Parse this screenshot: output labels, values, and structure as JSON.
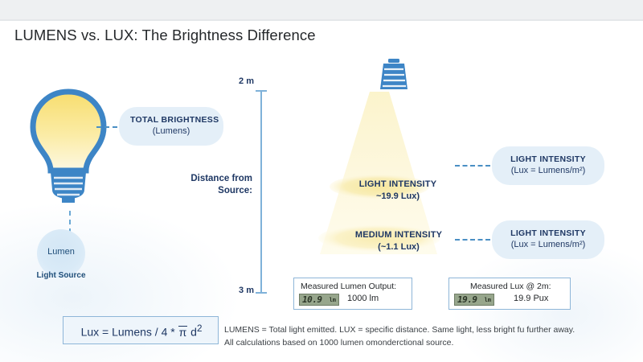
{
  "title": "LUMENS vs. LUX: The Brightness Difference",
  "colors": {
    "accent_blue": "#3d85c6",
    "dark_text": "#1f3864",
    "pill_bg": "#e4eff8",
    "cone_yellow": "#fdf6d8",
    "band_yellow": "#f7e9a8",
    "lcd_bg": "#97a68c",
    "box_border": "#8eb6d8",
    "top_strip": "#eef0f2"
  },
  "bulb": {
    "icon": "light-bulb-icon",
    "callout": {
      "line1": "TOTAL BRIGHTNESS",
      "line2": "(Lumens)"
    },
    "source_circle_label": "Lumen",
    "source_caption": "Light Source"
  },
  "axis": {
    "top_label": "2 m",
    "bottom_label": "3 m",
    "caption_line1": "Distance from",
    "caption_line2": "Source:"
  },
  "cone": {
    "lamp_icon": "lamp-head-icon",
    "bands": [
      {
        "line1": "LIGHT INTENSITY",
        "line2": "~19.9 Lux)"
      },
      {
        "line1": "MEDIUM INTENSITY",
        "line2": "(~1.1 Lux)"
      }
    ]
  },
  "callouts": [
    {
      "line1": "LIGHT INTENSITY",
      "line2": "(Lux = Lumens/m²)"
    },
    {
      "line1": "LIGHT INTENSITY",
      "line2": "(Lux = Lumens/m²)"
    }
  ],
  "measurements": [
    {
      "title": "Measured Lumen Output:",
      "lcd_digits": "10.9",
      "lcd_unit": "lm",
      "value": "1000 lm"
    },
    {
      "title": "Measured Lux @ 2m:",
      "lcd_digits": "19.9",
      "lcd_unit": "lm",
      "value": "19.9 Pux"
    }
  ],
  "formula": {
    "prefix": "Lux = Lumens / 4 * ",
    "symbol": "π",
    "suffix": " d",
    "exponent": "2"
  },
  "footnote": {
    "line1": "LUMENS = Total light emitted. LUX = specific distance. Same light, less bright fu  further away.",
    "line2": "All calculations based on 1000 lumen omonderctional source."
  }
}
